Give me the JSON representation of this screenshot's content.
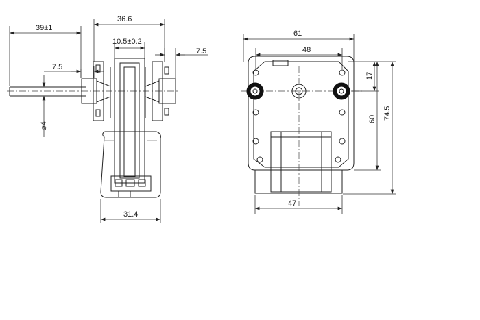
{
  "drawing": {
    "side_view": {
      "dims": {
        "shaft_length": "39±1",
        "overall_width": "36.6",
        "bearing_spacing": "10.5±0.2",
        "bracket_right": "7.5",
        "bracket_left": "7.5",
        "shaft_diameter": "⌀4",
        "coil_width": "31.4"
      }
    },
    "front_view": {
      "dims": {
        "frame_width": "61",
        "hole_spacing": "48",
        "top_offset": "17",
        "lower_height": "60",
        "total_height": "74.5",
        "coil_width": "47"
      }
    }
  }
}
